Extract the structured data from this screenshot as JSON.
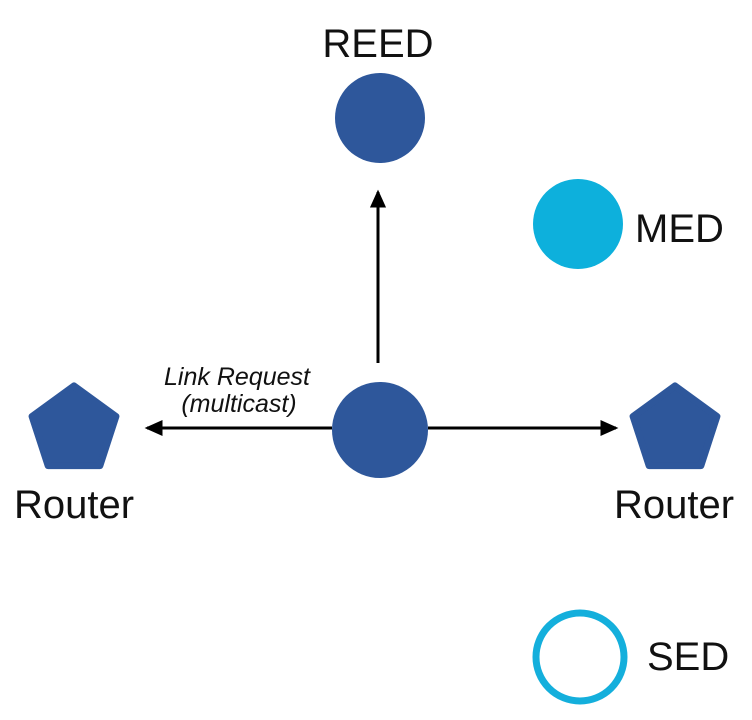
{
  "diagram": {
    "colors": {
      "node_fill": "#2E579B",
      "med_fill": "#0DB0DC",
      "sed_stroke": "#14AFDC",
      "arrow": "#000000",
      "text": "#111111",
      "background": "#ffffff"
    },
    "nodes": {
      "reed": {
        "label": "REED",
        "shape": "filled-circle"
      },
      "med": {
        "label": "MED",
        "shape": "filled-circle"
      },
      "sed": {
        "label": "SED",
        "shape": "outlined-circle"
      },
      "router_left": {
        "label": "Router",
        "shape": "pentagon"
      },
      "router_right": {
        "label": "Router",
        "shape": "pentagon"
      },
      "center": {
        "label": "",
        "shape": "filled-circle"
      }
    },
    "annotation": {
      "line1": "Link Request",
      "line2": "(multicast)"
    }
  }
}
